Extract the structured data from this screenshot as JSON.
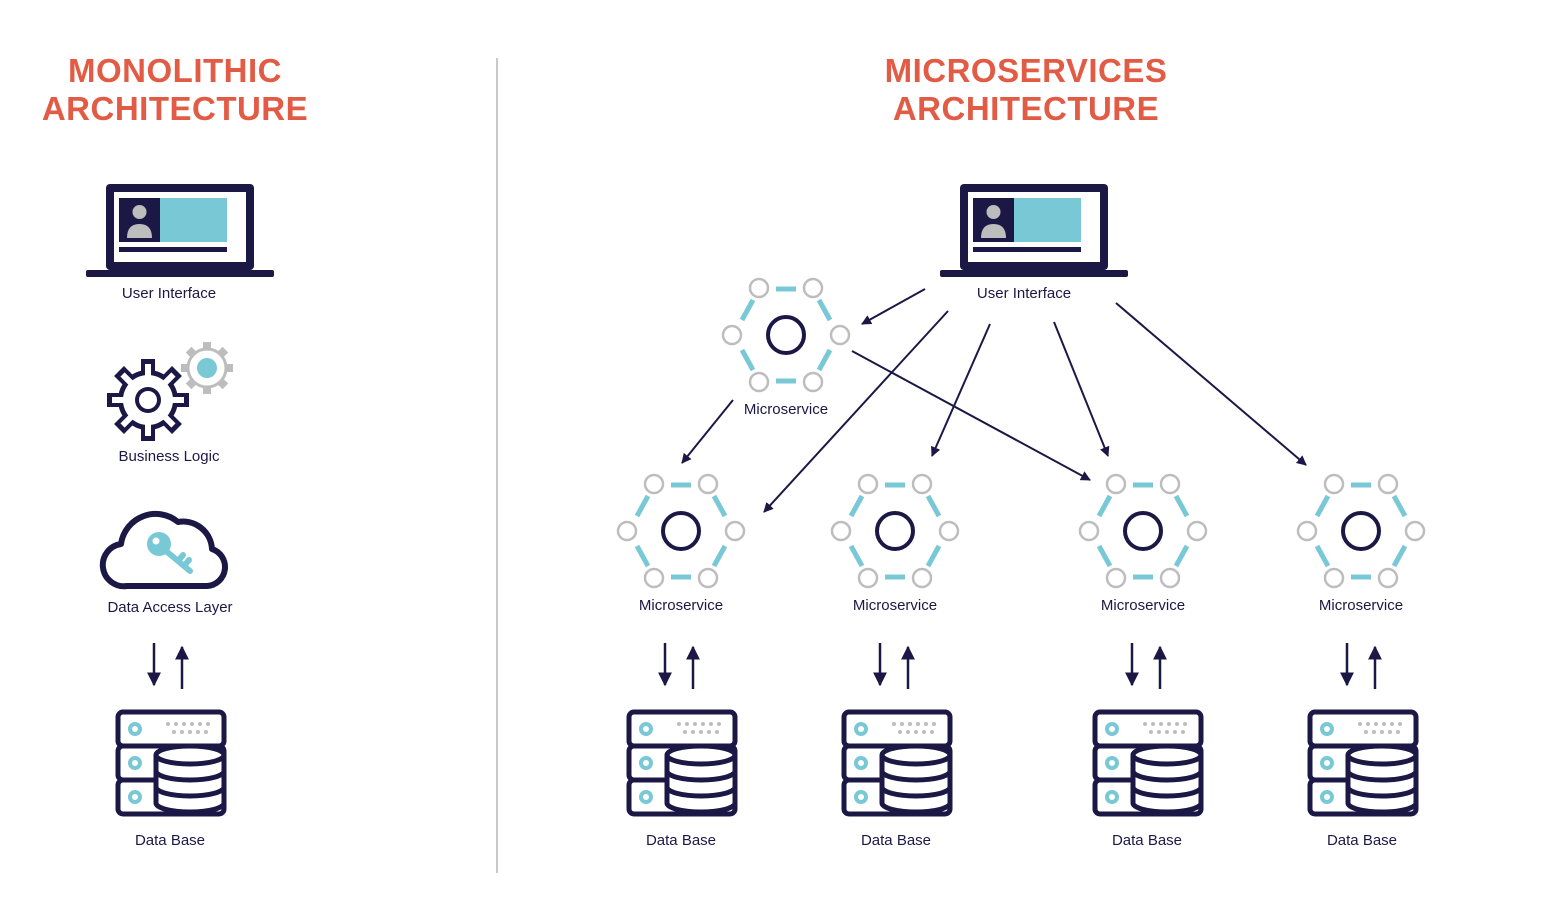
{
  "monolithic": {
    "title_line1": "MONOLITHIC",
    "title_line2": "ARCHITECTURE",
    "layers": {
      "user_interface": "User Interface",
      "business_logic": "Business Logic",
      "data_access": "Data Access Layer",
      "database": "Data Base"
    }
  },
  "microservices": {
    "title_line1": "MICROSERVICES",
    "title_line2": "ARCHITECTURE",
    "user_interface": "User Interface",
    "top_service": "Microservice",
    "services": [
      {
        "label": "Microservice",
        "database": "Data Base"
      },
      {
        "label": "Microservice",
        "database": "Data Base"
      },
      {
        "label": "Microservice",
        "database": "Data Base"
      },
      {
        "label": "Microservice",
        "database": "Data Base"
      }
    ]
  },
  "colors": {
    "title": "#e25b45",
    "dark": "#1c1846",
    "accent": "#79c8d6",
    "grey": "#bdbdbd",
    "divider": "#c8c8c8"
  },
  "icons": [
    "laptop-icon",
    "gears-icon",
    "cloud-key-icon",
    "database-server-icon",
    "microservice-hexagon-icon"
  ]
}
